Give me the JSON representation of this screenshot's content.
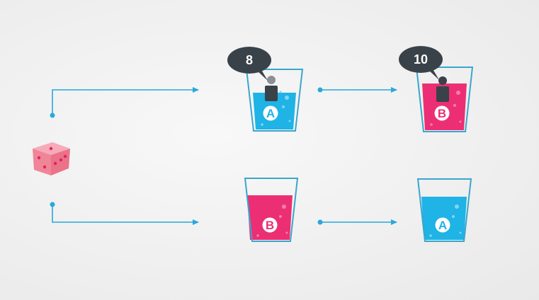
{
  "colors": {
    "arrow": "#29a8dc",
    "glass_outline": "#3aa6cc",
    "blue_liquid": "#1fb3e6",
    "pink_liquid": "#ec2f74",
    "die": "#f08598",
    "die_pip": "#e0245c",
    "bubble": "#3a4249",
    "person": "#3a4249"
  },
  "die": {
    "icon": "die-icon"
  },
  "top_row": {
    "first_glass": {
      "liquid": "blue",
      "label": "A",
      "speech": "8"
    },
    "second_glass": {
      "liquid": "pink",
      "label": "B",
      "speech": "10"
    }
  },
  "bottom_row": {
    "first_glass": {
      "liquid": "pink",
      "label": "B"
    },
    "second_glass": {
      "liquid": "blue",
      "label": "A"
    }
  }
}
